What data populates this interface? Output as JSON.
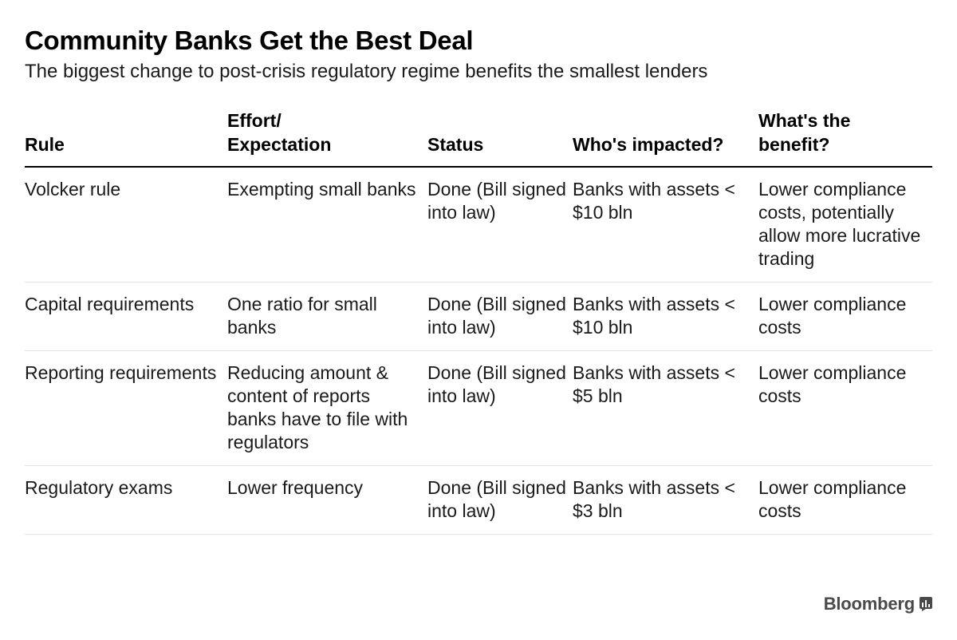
{
  "title": "Community Banks Get the Best Deal",
  "subtitle": "The biggest change to post-crisis regulatory regime benefits the smallest lenders",
  "chart_data": {
    "type": "table",
    "columns": [
      "Rule",
      "Effort/ Expectation",
      "Status",
      "Who's impacted?",
      "What's the benefit?"
    ],
    "rows": [
      [
        "Volcker rule",
        "Exempting small banks",
        "Done (Bill signed into law)",
        "Banks with assets < $10 bln",
        "Lower compliance costs, potentially allow more lucrative trading"
      ],
      [
        "Capital requirements",
        "One ratio for small banks",
        "Done (Bill signed into law)",
        "Banks with assets < $10 bln",
        "Lower compliance costs"
      ],
      [
        "Reporting requirements",
        "Reducing amount & content of reports banks have to file with regulators",
        "Done (Bill signed into law)",
        "Banks with assets < $5 bln",
        "Lower compliance costs"
      ],
      [
        "Regulatory exams",
        "Lower frequency",
        "Done (Bill signed into law)",
        "Banks with assets < $3 bln",
        "Lower compliance costs"
      ]
    ]
  },
  "footer": {
    "brand": "Bloomberg",
    "icon": "bloomberg-chart-icon"
  }
}
